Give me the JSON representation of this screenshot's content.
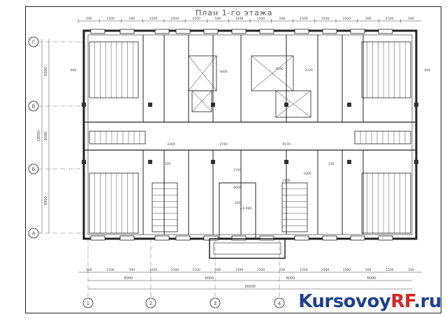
{
  "title": "План 1-го этажа",
  "watermark": {
    "prefix": "Kursovoy",
    "accent": "RF",
    "suffix": ".ru"
  },
  "colors": {
    "line": "#222222",
    "dim": "#444444",
    "brand_blue": "#1f3f8f",
    "brand_red": "#d3261f"
  },
  "axes_vertical": [
    "1",
    "2",
    "3",
    "4"
  ],
  "axes_horizontal": [
    "А",
    "Б",
    "В",
    "Г"
  ],
  "top_dimensions": [
    "500",
    "1500",
    "500",
    "1500",
    "2500",
    "1500",
    "500",
    "1500",
    "1500",
    "500",
    "1500",
    "2500",
    "1500",
    "500",
    "1500",
    "500"
  ],
  "bottom_dimensions": [
    "500",
    "1500",
    "500",
    "1500",
    "2500",
    "1500",
    "500",
    "1500",
    "1500",
    "500",
    "1500",
    "2500",
    "1500",
    "500",
    "1500",
    "500"
  ],
  "bottom_axis_dims": [
    "6000",
    "6000",
    "6000",
    "6000"
  ],
  "overall_length": "36000",
  "left_dimensions": [
    "6000",
    "6000",
    "6000"
  ],
  "overall_width": "18000",
  "room_dims": [
    "3300",
    "2740",
    "4570",
    "2740",
    "3300",
    "4400",
    "3540",
    "2020",
    "2700",
    "6000"
  ],
  "misc_labels": [
    "600",
    "600",
    "120",
    "120",
    "120",
    "±0.000"
  ]
}
